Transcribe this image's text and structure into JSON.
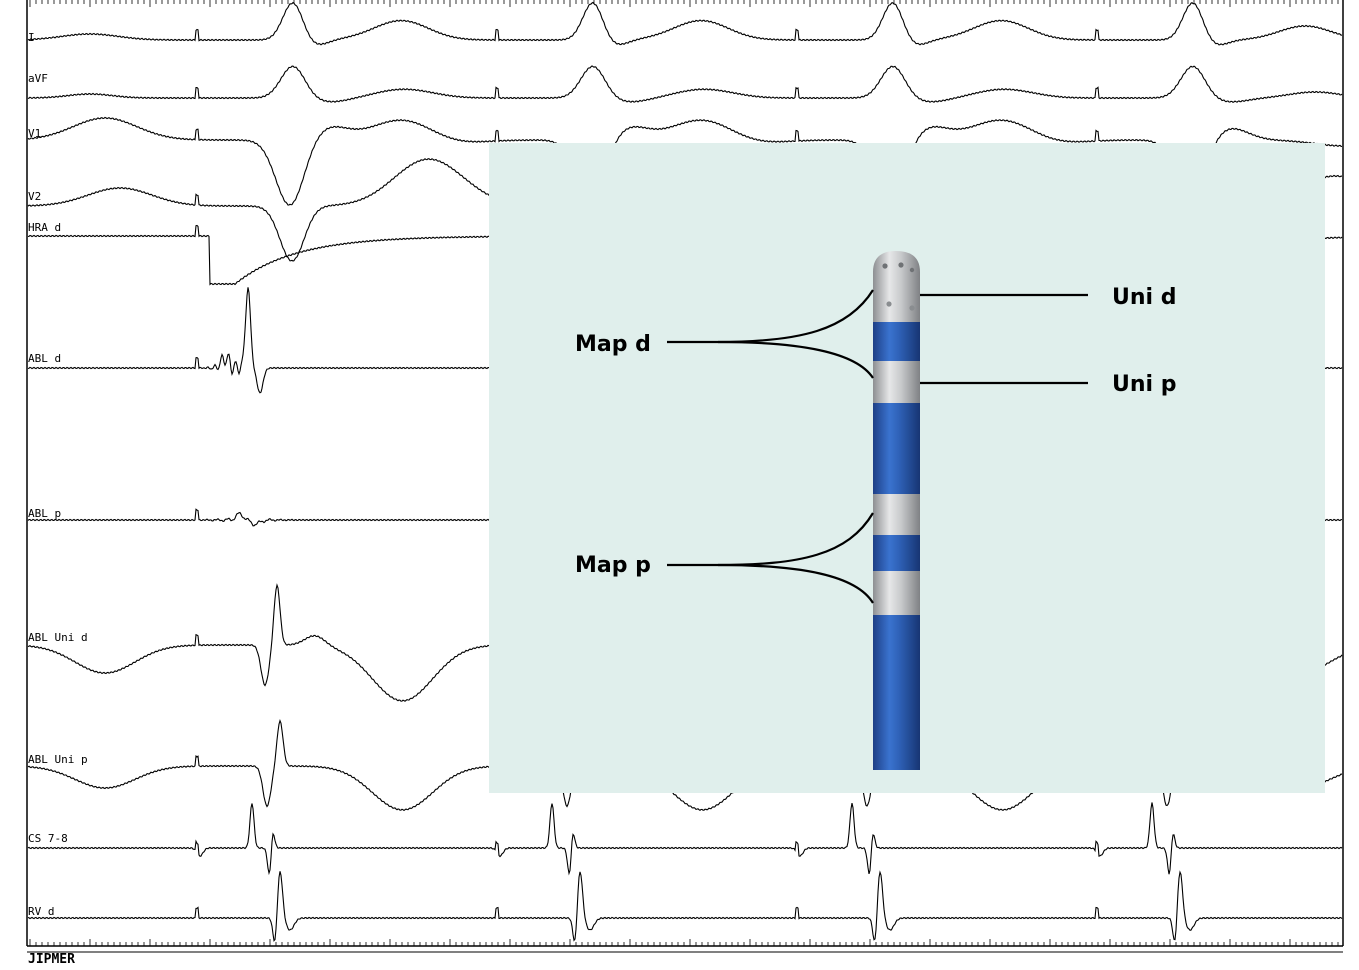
{
  "leads": [
    {
      "id": "I",
      "label": "I"
    },
    {
      "id": "aVF",
      "label": "aVF"
    },
    {
      "id": "V1",
      "label": "V1"
    },
    {
      "id": "V2",
      "label": "V2"
    },
    {
      "id": "HRA_d",
      "label": "HRA d"
    },
    {
      "id": "ABL_d",
      "label": "ABL d"
    },
    {
      "id": "ABL_p",
      "label": "ABL p"
    },
    {
      "id": "ABL_Uni_d",
      "label": "ABL Uni d"
    },
    {
      "id": "ABL_Uni_p",
      "label": "ABL Uni p"
    },
    {
      "id": "CS_7_8",
      "label": "CS 7-8"
    },
    {
      "id": "RV_d",
      "label": "RV d"
    }
  ],
  "footer": "JIPMER",
  "inset": {
    "labels": {
      "map_d": "Map d",
      "map_p": "Map p",
      "uni_d": "Uni d",
      "uni_p": "Uni p"
    },
    "colors": {
      "panel_bg": "#e0efec",
      "shaft_blue": "#2a5bb0",
      "electrode_silver": "#c4c6c8"
    }
  }
}
